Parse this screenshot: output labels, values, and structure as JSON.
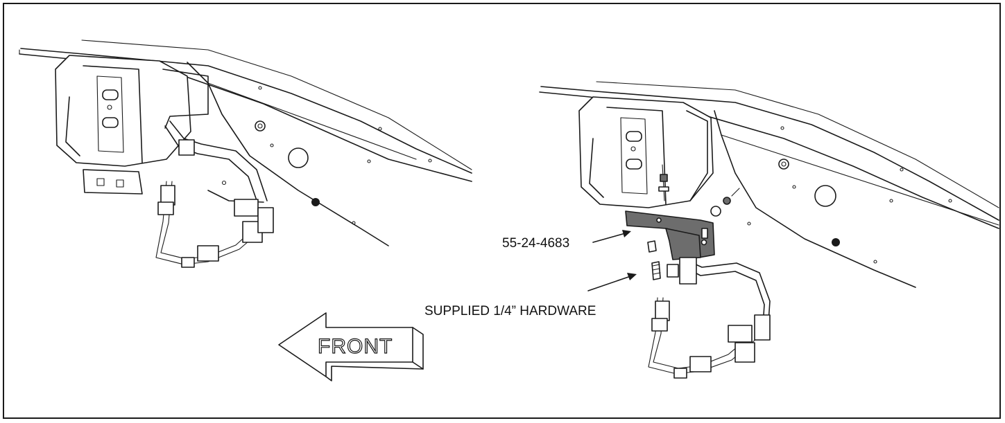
{
  "figure": {
    "callouts": {
      "bracket_part_number": "55-24-4683",
      "hardware": "SUPPLIED 1/4” HARDWARE"
    },
    "direction_arrow": {
      "label": "FRONT",
      "points": "left"
    },
    "colors": {
      "line": "#1a1a1a",
      "bracket": "#6d6d6d",
      "background": "#ffffff"
    }
  }
}
